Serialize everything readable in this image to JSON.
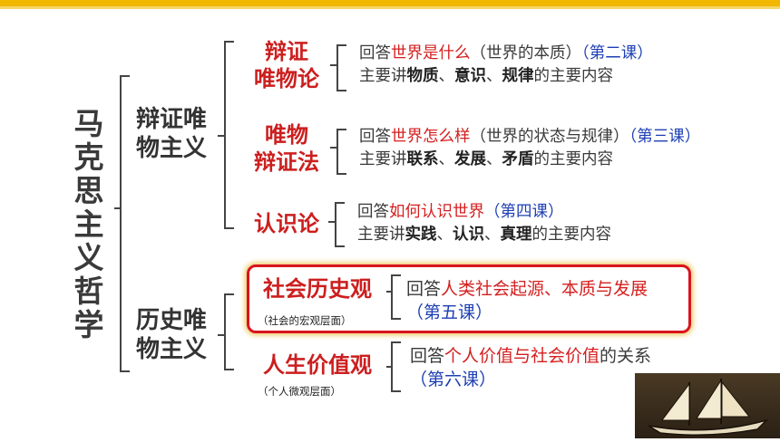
{
  "root": "马克思主义哲学",
  "branches": [
    {
      "label": "辩证唯\n物主义",
      "children": [
        {
          "label": "辩证\n唯物论",
          "lines": [
            [
              {
                "t": "回答",
                "c": "n"
              },
              {
                "t": "世界是什么",
                "c": "red"
              },
              {
                "t": "（世界的本质）",
                "c": "n"
              },
              {
                "t": "（第二课）",
                "c": "blue"
              }
            ],
            [
              {
                "t": "主要讲",
                "c": "n"
              },
              {
                "t": "物质",
                "c": "bold"
              },
              {
                "t": "、",
                "c": "n"
              },
              {
                "t": "意识",
                "c": "bold"
              },
              {
                "t": "、",
                "c": "n"
              },
              {
                "t": "规律",
                "c": "bold"
              },
              {
                "t": "的主要内容",
                "c": "n"
              }
            ]
          ]
        },
        {
          "label": "唯物\n辩证法",
          "lines": [
            [
              {
                "t": "回答",
                "c": "n"
              },
              {
                "t": "世界怎么样",
                "c": "red"
              },
              {
                "t": "（世界的状态与规律）",
                "c": "n"
              },
              {
                "t": "（第三课）",
                "c": "blue"
              }
            ],
            [
              {
                "t": "主要讲",
                "c": "n"
              },
              {
                "t": "联系",
                "c": "bold"
              },
              {
                "t": "、",
                "c": "n"
              },
              {
                "t": "发展",
                "c": "bold"
              },
              {
                "t": "、",
                "c": "n"
              },
              {
                "t": "矛盾",
                "c": "bold"
              },
              {
                "t": "的主要内容",
                "c": "n"
              }
            ]
          ]
        },
        {
          "label": "认识论",
          "lines": [
            [
              {
                "t": "回答",
                "c": "n"
              },
              {
                "t": "如何认识世界",
                "c": "red"
              },
              {
                "t": "（第四课）",
                "c": "blue"
              }
            ],
            [
              {
                "t": "主要讲",
                "c": "n"
              },
              {
                "t": "实践",
                "c": "bold"
              },
              {
                "t": "、",
                "c": "n"
              },
              {
                "t": "认识",
                "c": "bold"
              },
              {
                "t": "、",
                "c": "n"
              },
              {
                "t": "真理",
                "c": "bold"
              },
              {
                "t": "的主要内容",
                "c": "n"
              }
            ]
          ]
        }
      ]
    },
    {
      "label": "历史唯\n物主义",
      "children": [
        {
          "label": "社会历史观",
          "note": "（社会的宏观层面）",
          "lines": [
            [
              {
                "t": "回答",
                "c": "n"
              },
              {
                "t": "人类社会起源、本质与发展",
                "c": "red"
              }
            ],
            [
              {
                "t": "（第五课）",
                "c": "blue"
              }
            ]
          ]
        },
        {
          "label": "人生价值观",
          "note": "（个人微观层面）",
          "lines": [
            [
              {
                "t": "回答",
                "c": "n"
              },
              {
                "t": "个人价值与社会价值",
                "c": "red"
              },
              {
                "t": "的关系",
                "c": "n"
              }
            ],
            [
              {
                "t": "（第六课）",
                "c": "blue"
              }
            ]
          ]
        }
      ]
    }
  ]
}
